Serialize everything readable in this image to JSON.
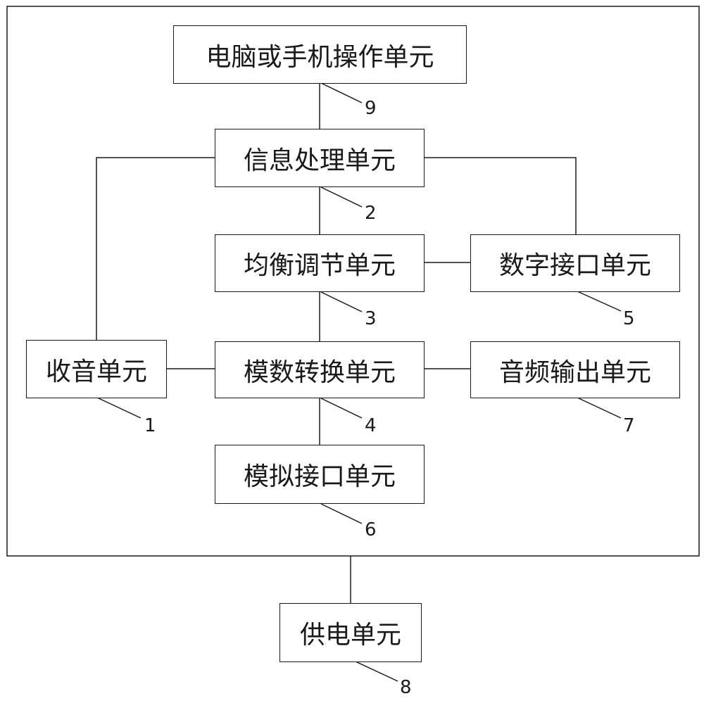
{
  "units": {
    "computer_phone": {
      "label": "电脑或手机操作单元",
      "ref": "9"
    },
    "info_processing": {
      "label": "信息处理单元",
      "ref": "2"
    },
    "equalizer": {
      "label": "均衡调节单元",
      "ref": "3"
    },
    "digital_interface": {
      "label": "数字接口单元",
      "ref": "5"
    },
    "sound_pickup": {
      "label": "收音单元",
      "ref": "1"
    },
    "ad_converter": {
      "label": "模数转换单元",
      "ref": "4"
    },
    "audio_output": {
      "label": "音频输出单元",
      "ref": "7"
    },
    "analog_interface": {
      "label": "模拟接口单元",
      "ref": "6"
    },
    "power_supply": {
      "label": "供电单元",
      "ref": "8"
    }
  }
}
